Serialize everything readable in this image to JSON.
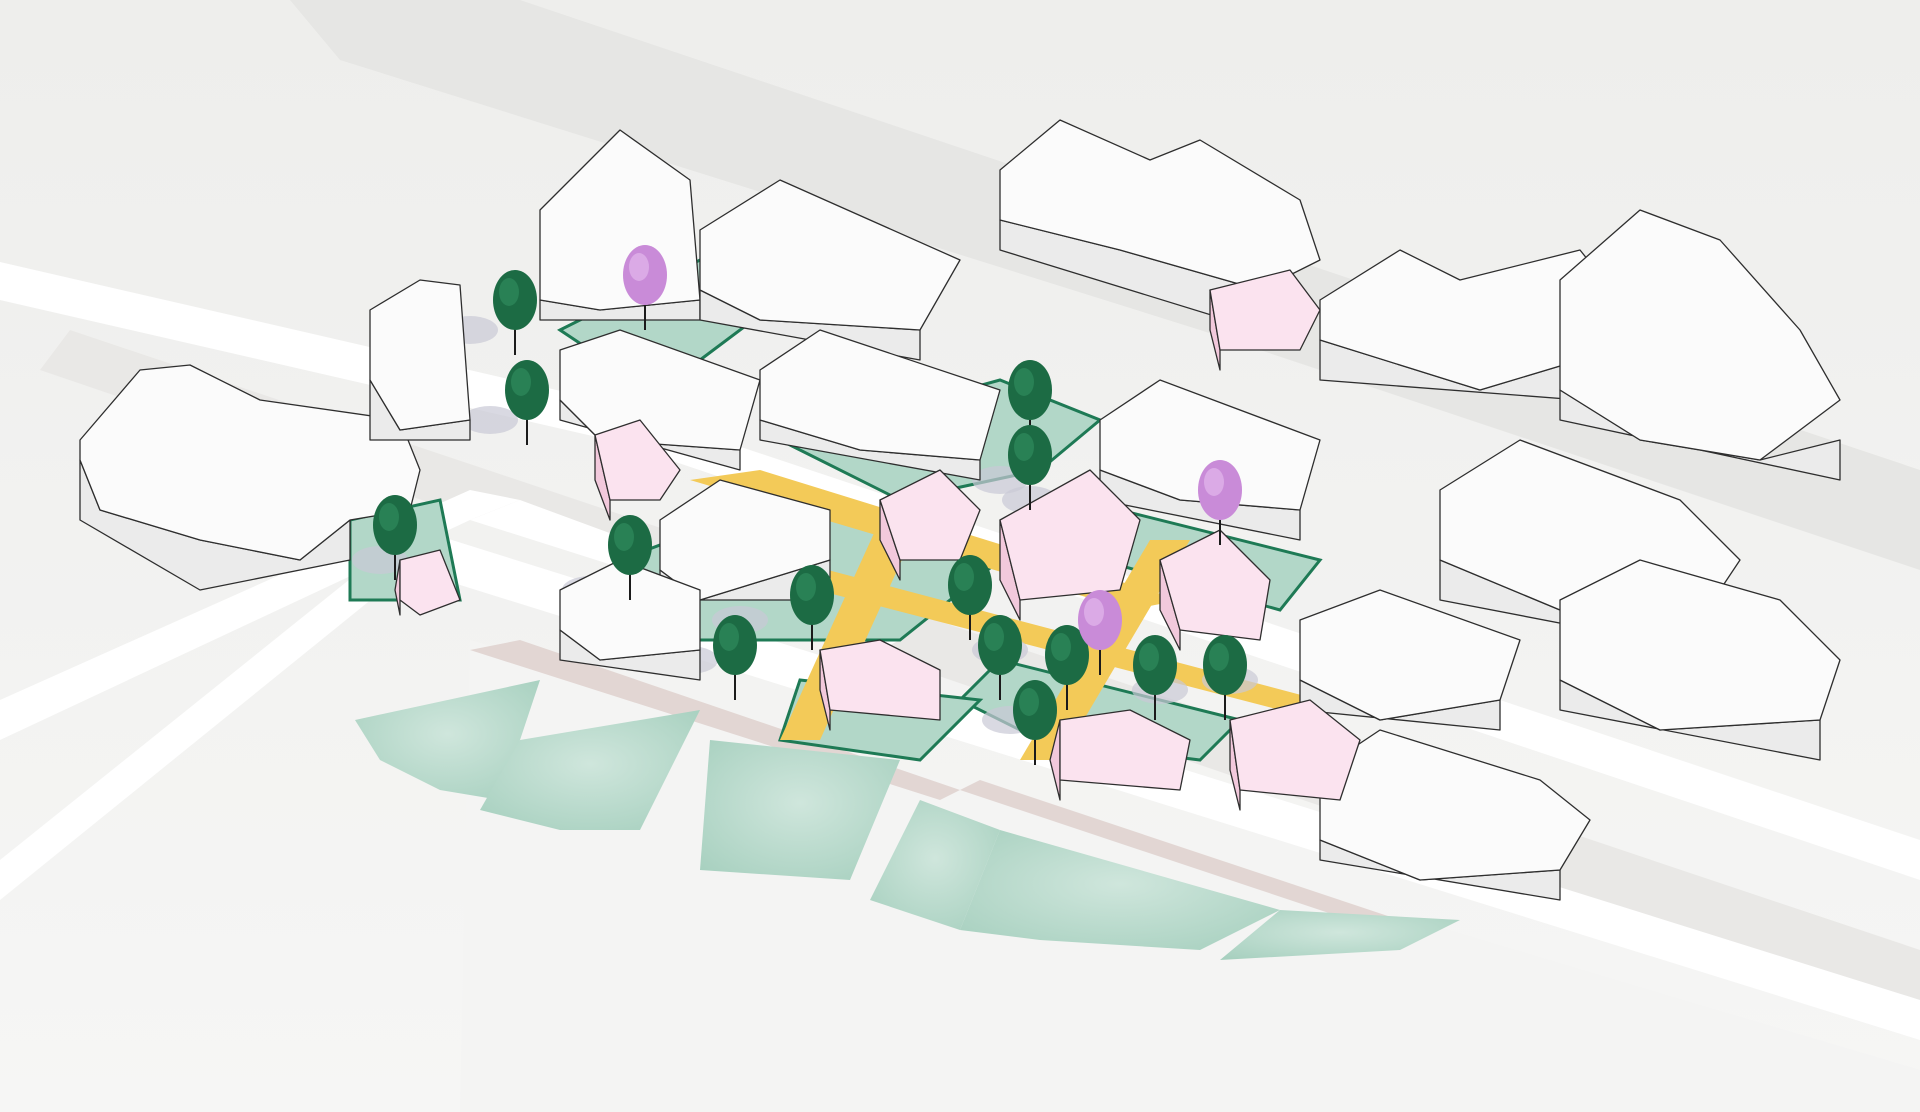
{
  "scene": {
    "type": "isometric urban block diagram",
    "caption": ""
  },
  "colors": {
    "background": "#f1f1f0",
    "road": "#ffffff",
    "road_band": "#e4e3e1",
    "building_roof": "#fbfbfb",
    "building_wall": "#ebebeb",
    "new_building_roof": "#fbe3ef",
    "new_building_wall": "#f2c9dc",
    "green_space": "#b2d7c8",
    "courtyard_edge": "#1e7a55",
    "pedestrian_path": "#f3ca58",
    "tree_canopy": "#1c6b44",
    "flowering_tree": "#c98bd8",
    "curb": "#e2d6d3"
  },
  "legend_icons": {
    "tree": "deciduous-tree-icon",
    "flowering_tree": "blossom-tree-icon",
    "new_building": "pink-gable-house",
    "existing_building": "white-house-mass"
  }
}
